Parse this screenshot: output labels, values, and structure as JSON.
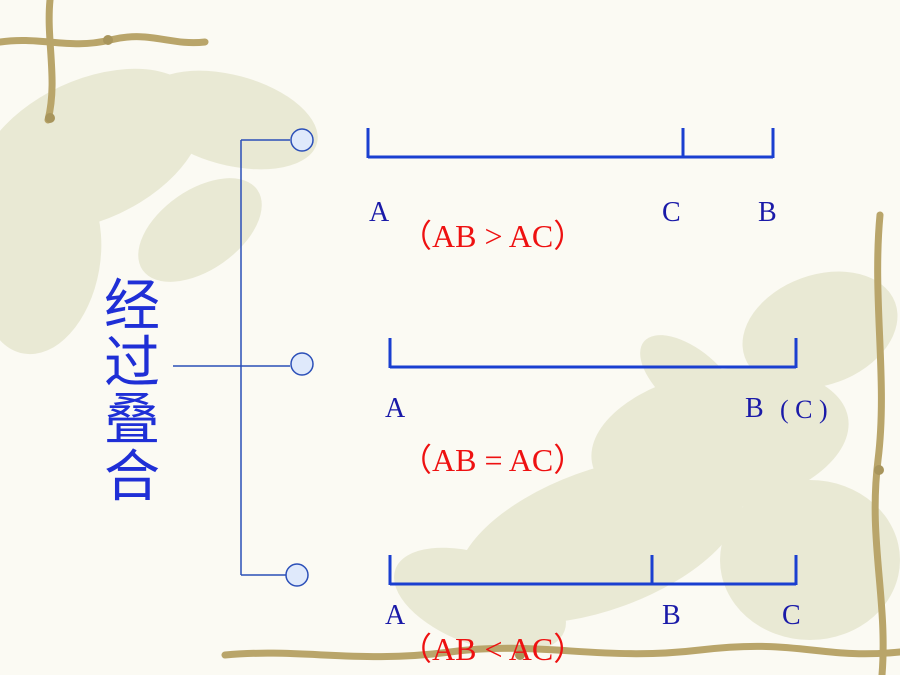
{
  "title": "经过叠合",
  "colors": {
    "segment": "#1a3fd0",
    "connector": "#2b4fb8",
    "node_fill": "#dfe9fb",
    "comparison": "#ee1111",
    "label": "#1a1aa8"
  },
  "cases": [
    {
      "labels": [
        "A",
        "C",
        "B"
      ],
      "comparison": "（AB > AC）"
    },
    {
      "labels": [
        "A",
        "B"
      ],
      "coincident_label": "( C )",
      "comparison": "（AB = AC）"
    },
    {
      "labels": [
        "A",
        "B",
        "C"
      ],
      "comparison": "（AB < AC）"
    }
  ]
}
